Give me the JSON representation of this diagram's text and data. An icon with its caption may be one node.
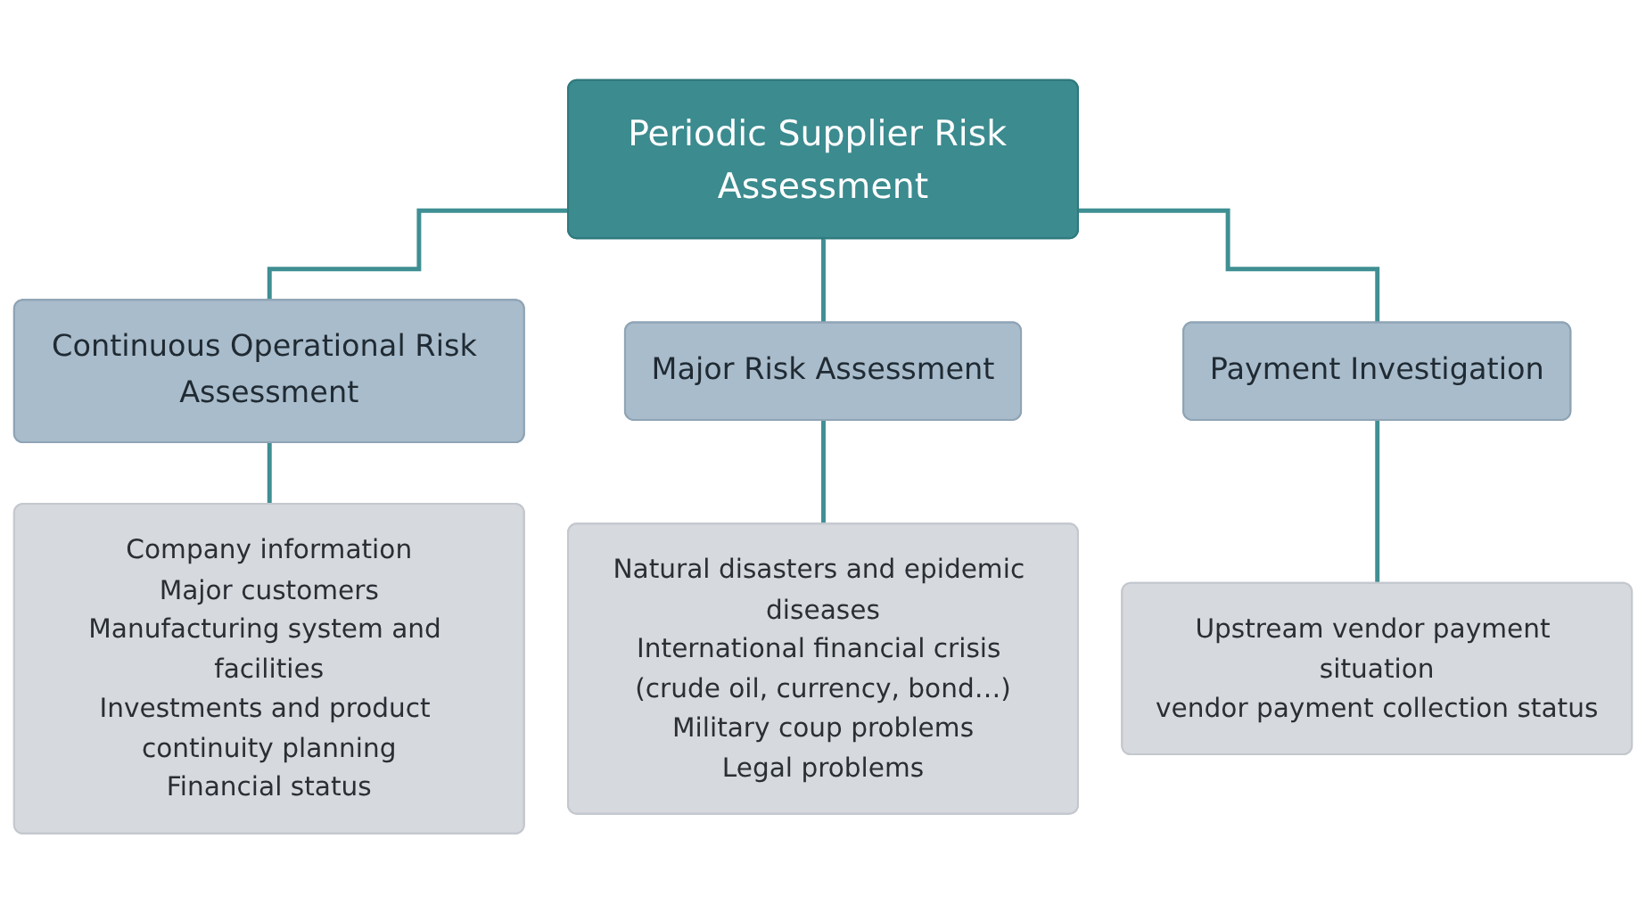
{
  "diagram": {
    "nodes": [
      {
        "text": [
          "Periodic Supplier Risk Assessment"
        ]
      },
      {
        "text": [
          "Continuous Operational Risk Assessment"
        ]
      },
      {
        "text": [
          "Major Risk Assessment"
        ]
      },
      {
        "text": [
          "Payment Investigation"
        ]
      },
      {
        "text": [
          "Company information",
          "Major customers",
          "Manufacturing system and facilities",
          "Investments and product continuity planning",
          "Financial status"
        ]
      },
      {
        "text": [
          "Natural disasters and epidemic diseases",
          "International financial crisis (crude oil, currency, bond…)",
          "Military coup problems",
          "Legal problems"
        ]
      },
      {
        "text": [
          "Upstream vendor payment situation",
          "vendor payment collection status"
        ]
      }
    ],
    "edges": [
      {
        "from": 0,
        "to": 1,
        "arrow": "none"
      },
      {
        "from": 0,
        "to": 2,
        "arrow": "none"
      },
      {
        "from": 0,
        "to": 3,
        "arrow": "none"
      },
      {
        "from": 1,
        "to": 4,
        "arrow": "none"
      },
      {
        "from": 2,
        "to": 5,
        "arrow": "none"
      },
      {
        "from": 3,
        "to": 6,
        "arrow": "none"
      }
    ]
  }
}
